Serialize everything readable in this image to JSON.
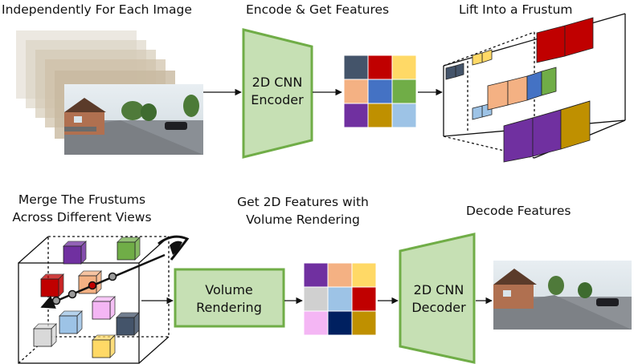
{
  "labels": {
    "step1": "Independently For Each Image",
    "step2": "Encode & Get Features",
    "step3": "Lift Into a Frustum",
    "step4_line1": "Merge The Frustums",
    "step4_line2": "Across Different Views",
    "step5_line1": "Get 2D Features with",
    "step5_line2": "Volume Rendering",
    "step6": "Decode Features"
  },
  "blocks": {
    "encoder_line1": "2D CNN",
    "encoder_line2": "Encoder",
    "rendering_line1": "Volume",
    "rendering_line2": "Rendering",
    "decoder_line1": "2D CNN",
    "decoder_line2": "Decoder"
  },
  "colors": {
    "block_fill": "#c6e0b4",
    "block_stroke": "#70ad47",
    "encoder_grid": [
      "#44546a",
      "#c00000",
      "#ffd966",
      "#f4b183",
      "#4472c4",
      "#70ad47",
      "#7030a0",
      "#bf9000",
      "#9dc3e6"
    ],
    "rendered_grid": [
      "#7030a0",
      "#f4b183",
      "#ffd966",
      "#d0d0d0",
      "#9dc3e6",
      "#c00000",
      "#f4b6f4",
      "#002060",
      "#bf9000"
    ]
  },
  "icons": {
    "input_images": "street-scene-photo-stack",
    "output_image": "street-scene-photo",
    "camera": "eye-icon"
  }
}
